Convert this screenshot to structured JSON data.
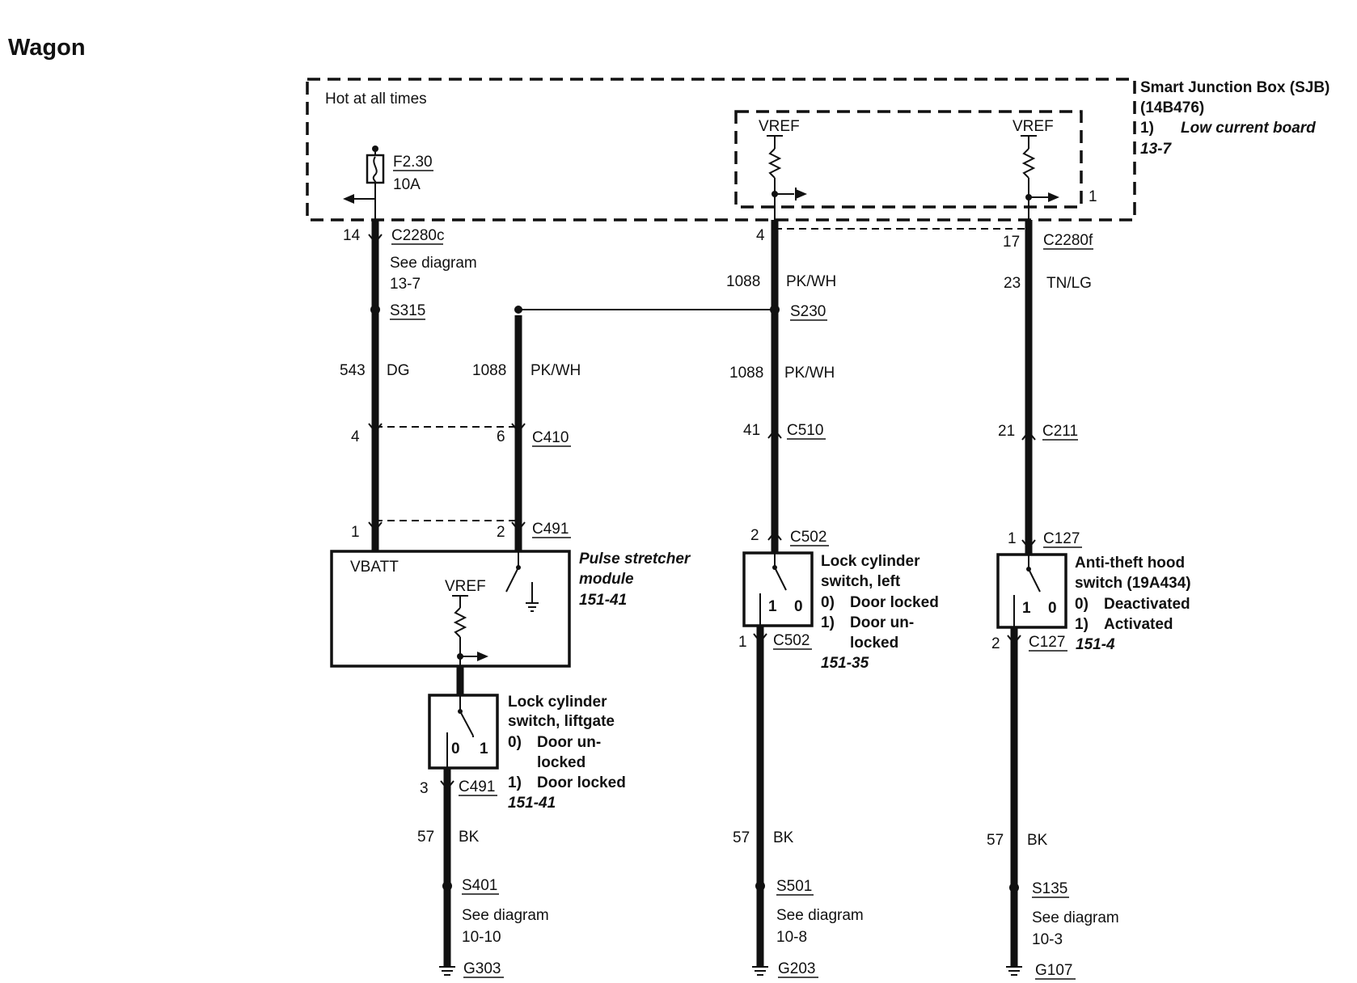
{
  "title": "Wagon",
  "sjb": {
    "hot_label": "Hot at all times",
    "name": "Smart Junction Box (SJB)",
    "part": "(14B476)",
    "state_num": "1)",
    "state_text": "Low current board",
    "ref": "13-7",
    "pin_marker": "1",
    "fuse_id": "F2.30",
    "fuse_rating": "10A",
    "vref": "VREF"
  },
  "wire1": {
    "pin_top": "14",
    "conn_top": "C2280c",
    "see": "See diagram",
    "see_ref": "13-7",
    "splice": "S315",
    "circuit": "543",
    "color": "DG",
    "pin_c410": "4",
    "pin_c491": "1"
  },
  "wire2": {
    "circuit": "1088",
    "color": "PK/WH",
    "pin_c410": "6",
    "conn_c410": "C410",
    "pin_c491": "2",
    "conn_c491": "C491"
  },
  "wire3": {
    "pin_top": "4",
    "circuit_a": "1088",
    "color_a": "PK/WH",
    "splice": "S230",
    "circuit_b": "1088",
    "color_b": "PK/WH",
    "pin_c510": "41",
    "conn_c510": "C510",
    "pin_c502_top": "2",
    "conn_c502_top": "C502",
    "pin_c502_bot": "1",
    "conn_c502_bot": "C502",
    "circuit_gnd": "57",
    "color_gnd": "BK",
    "splice_gnd": "S501",
    "see": "See diagram",
    "see_ref": "10-8",
    "ground": "G203"
  },
  "wire4": {
    "pin_top": "17",
    "conn_top": "C2280f",
    "circuit": "23",
    "color": "TN/LG",
    "pin_c211": "21",
    "conn_c211": "C211",
    "pin_c127_top": "1",
    "conn_c127_top": "C127",
    "pin_c127_bot": "2",
    "conn_c127_bot": "C127",
    "circuit_gnd": "57",
    "color_gnd": "BK",
    "splice_gnd": "S135",
    "see": "See diagram",
    "see_ref": "10-3",
    "ground": "G107"
  },
  "psm": {
    "vbatt": "VBATT",
    "vref": "VREF",
    "name_1": "Pulse stretcher",
    "name_2": "module",
    "ref": "151-41"
  },
  "liftgate": {
    "name_1": "Lock cylinder",
    "name_2": "switch, liftgate",
    "s0": "0)",
    "s0_text_1": "Door un-",
    "s0_text_2": "locked",
    "s1": "1)",
    "s1_text": "Door locked",
    "ref": "151-41",
    "pos0": "0",
    "pos1": "1",
    "pin_bot": "3",
    "conn_bot": "C491",
    "circuit_gnd": "57",
    "color_gnd": "BK",
    "splice_gnd": "S401",
    "see": "See diagram",
    "see_ref": "10-10",
    "ground": "G303"
  },
  "left_switch": {
    "name_1": "Lock cylinder",
    "name_2": "switch, left",
    "s0": "0)",
    "s0_text": "Door locked",
    "s1": "1)",
    "s1_text_1": "Door un-",
    "s1_text_2": "locked",
    "ref": "151-35",
    "pos1": "1",
    "pos0": "0"
  },
  "hood_switch": {
    "name_1": "Anti-theft hood",
    "name_2": "switch (19A434)",
    "s0": "0)",
    "s0_text": "Deactivated",
    "s1": "1)",
    "s1_text": "Activated",
    "ref": "151-4",
    "pos1": "1",
    "pos0": "0"
  }
}
